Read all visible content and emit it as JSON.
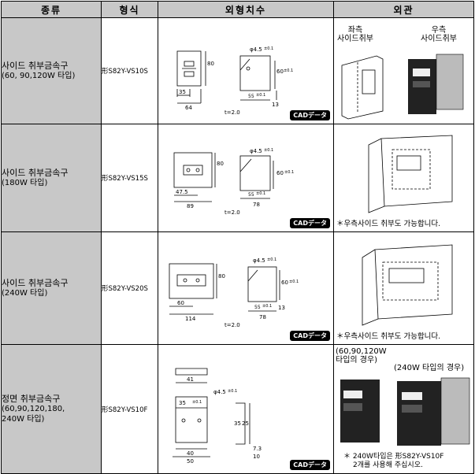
{
  "headers": {
    "kind": "종류",
    "model": "형식",
    "dims": "외형치수",
    "look": "외관"
  },
  "rows": [
    {
      "kind": "사이드 취부금속구",
      "kind_sub": "(60, 90,120W 타입)",
      "model": "形S82Y-VS10S",
      "dims": {
        "d1": "φ4.5",
        "t1": "±0.1",
        "d2": "80",
        "d3": "60",
        "t3": "±0.1",
        "d4": "35",
        "d5": "64",
        "d6": "55",
        "t6": "±0.1",
        "d7": "13",
        "thick": "t=2.0"
      },
      "cad": "CADデータ",
      "look": {
        "left": "좌측",
        "left2": "사이드취부",
        "right": "우측",
        "right2": "사이드취부"
      }
    },
    {
      "kind": "사이드 취부금속구",
      "kind_sub": "(180W 타입)",
      "model": "形S82Y-VS15S",
      "dims": {
        "d1": "φ4.5",
        "t1": "±0.1",
        "d2": "80",
        "d3": "60",
        "t3": "±0.1",
        "d4": "47.5",
        "d5": "89",
        "d6": "55",
        "t6": "±0.1",
        "d7": "78",
        "thick": "t=2.0"
      },
      "cad": "CADデータ",
      "note": "＊우측사이드 취부도 가능합니다."
    },
    {
      "kind": "사이드 취부금속구",
      "kind_sub": "(240W 타입)",
      "model": "形S82Y-VS20S",
      "dims": {
        "d1": "φ4.5",
        "t1": "±0.1",
        "d2": "80",
        "d3": "60",
        "t3": "±0.1",
        "d4": "60",
        "d5": "114",
        "d6": "55",
        "t6": "±0.1",
        "d7": "13",
        "d8": "78",
        "thick": "t=2.0"
      },
      "cad": "CADデータ",
      "note": "＊우측사이드 취부도 가능합니다."
    },
    {
      "kind": "정면 취부금속구",
      "kind_sub": "(60,90,120,180,",
      "kind_sub2": "240W 타입)",
      "model": "形S82Y-VS10F",
      "dims": {
        "d1": "φ4.5",
        "t1": "±0.1",
        "d2": "41",
        "d3": "35",
        "t3": "±0.1",
        "d4": "35",
        "d5": "25",
        "d6": "40",
        "d7": "50",
        "d8": "7.3",
        "d9": "10"
      },
      "cad": "CADデータ",
      "look": {
        "a1": "(60,90,120W",
        "a2": "타입의 경우)",
        "b1": "(240W 타입의 경우)"
      },
      "note1": "＊ 240W타입은 形S82Y-VS10F",
      "note2": "2개를 사용해 주십시오."
    }
  ]
}
